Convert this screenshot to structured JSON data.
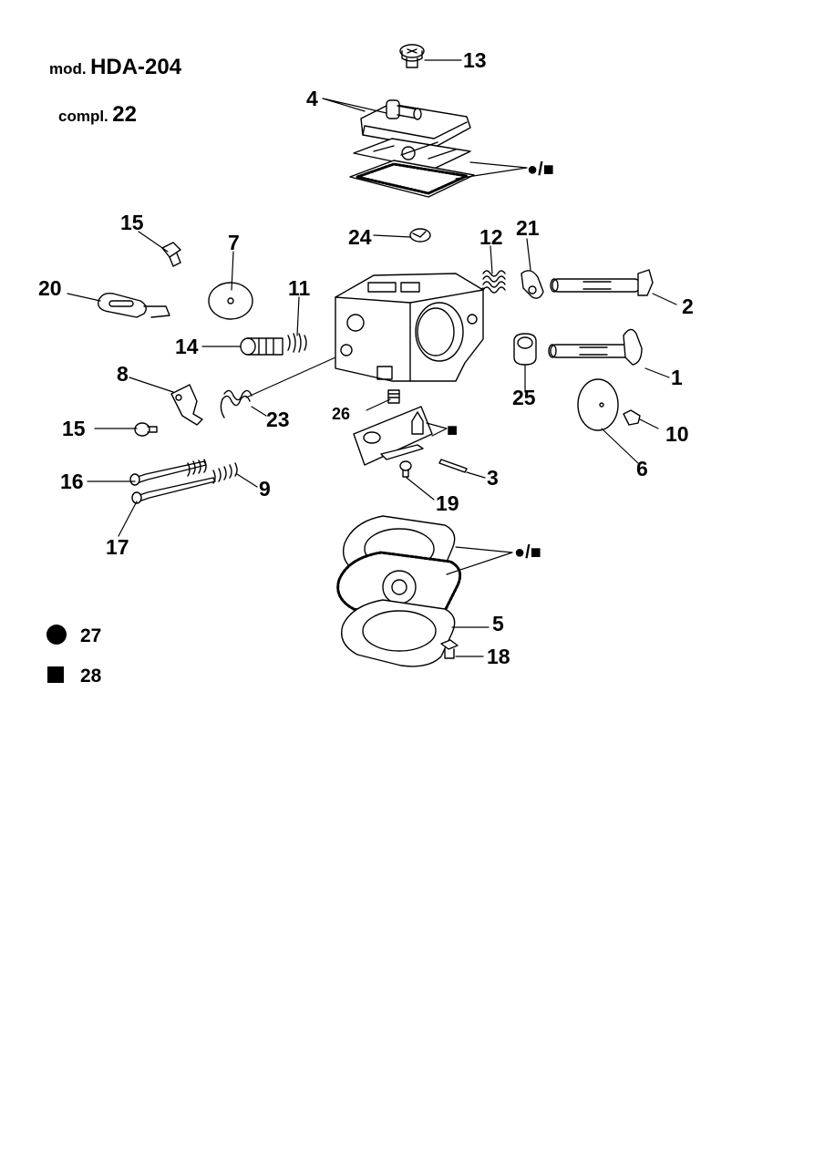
{
  "header": {
    "mod_prefix": "mod.",
    "model": "HDA-204",
    "compl_prefix": "compl.",
    "compl_number": "22"
  },
  "callouts": {
    "c1": "1",
    "c2": "2",
    "c3": "3",
    "c4": "4",
    "c5": "5",
    "c6": "6",
    "c7": "7",
    "c8": "8",
    "c9": "9",
    "c10": "10",
    "c11": "11",
    "c12": "12",
    "c13": "13",
    "c14": "14",
    "c15a": "15",
    "c15b": "15",
    "c16": "16",
    "c17": "17",
    "c18": "18",
    "c19": "19",
    "c20": "20",
    "c21": "21",
    "c23": "23",
    "c24": "24",
    "c25": "25",
    "c26": "26"
  },
  "kit_marks": {
    "top_kits": "●/■",
    "bottom_kits": "●/■",
    "needle_kit": "■"
  },
  "legend": {
    "circle_label": "27",
    "square_label": "28"
  }
}
